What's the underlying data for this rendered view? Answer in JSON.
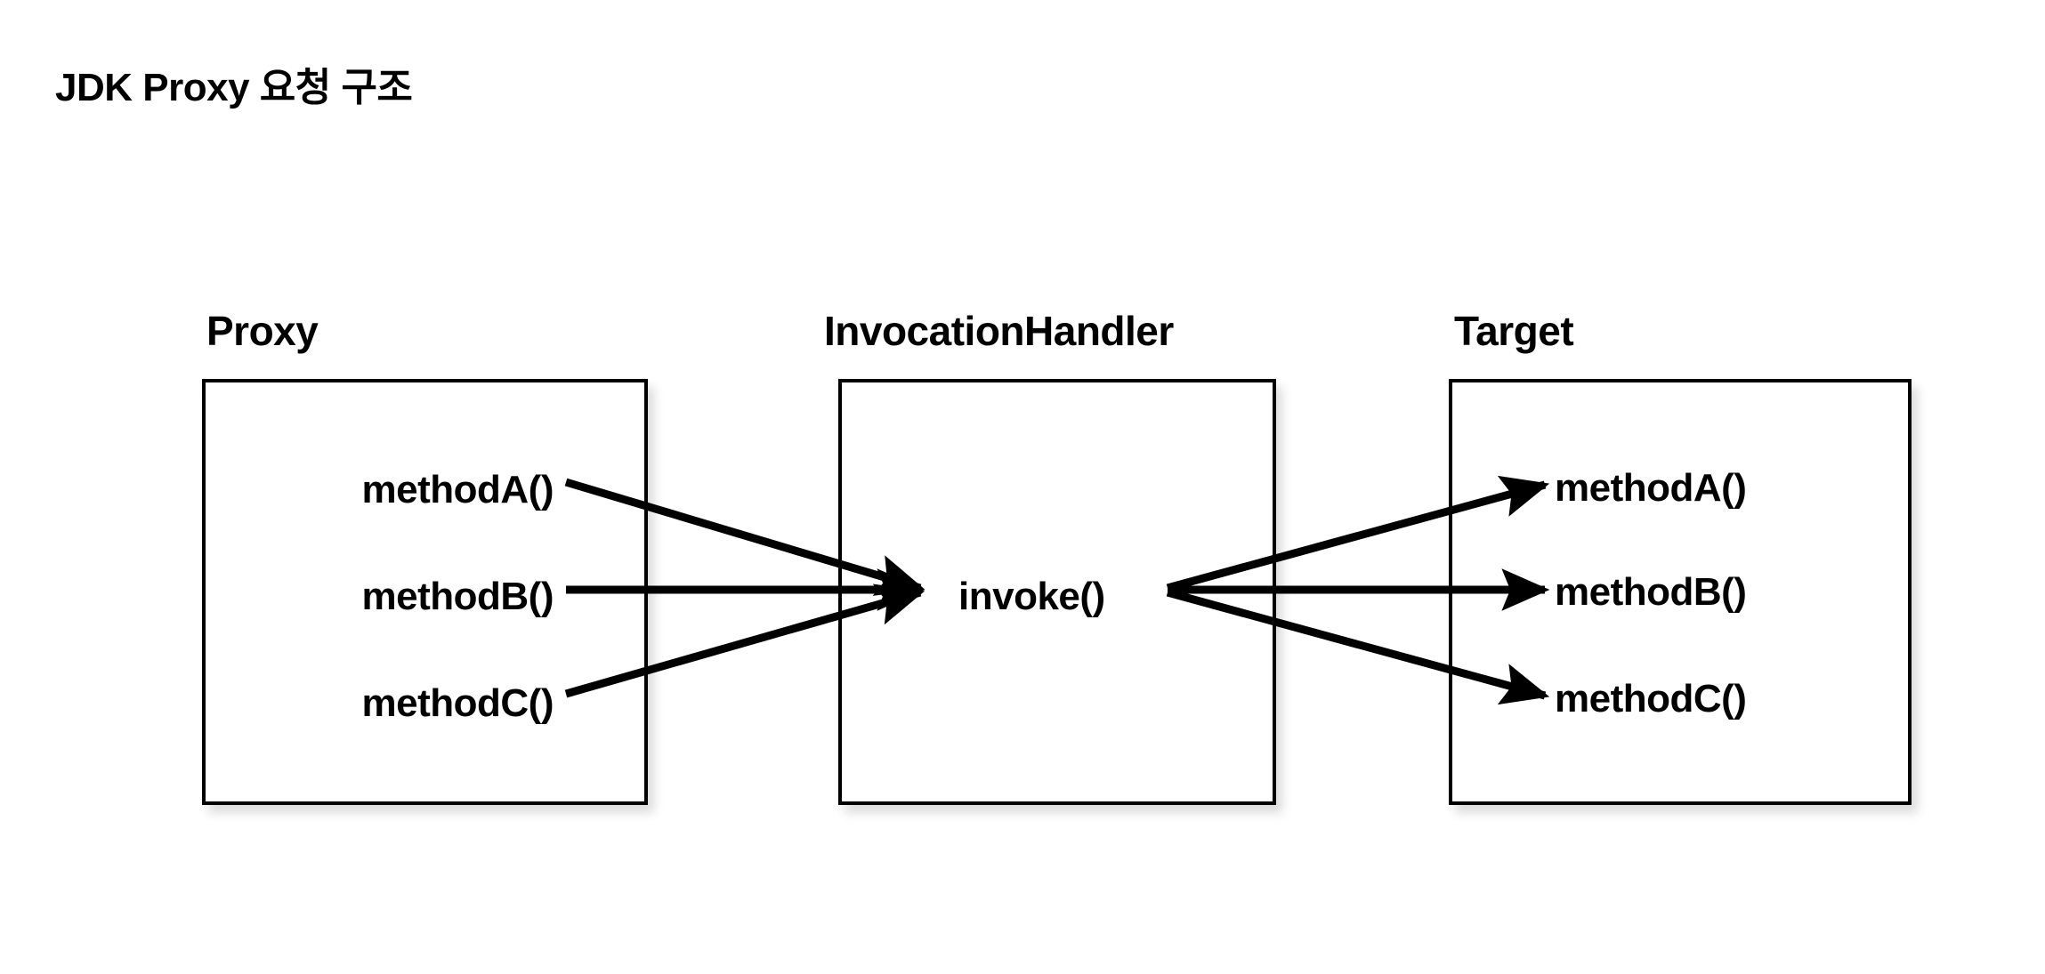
{
  "page": {
    "title": "JDK Proxy 요청 구조",
    "background_color": "#ffffff",
    "stroke_color": "#000000"
  },
  "diagram": {
    "type": "flow-diagram",
    "columns": [
      {
        "id": "proxy",
        "label": "Proxy",
        "methods": [
          {
            "label": "methodA()"
          },
          {
            "label": "methodB()"
          },
          {
            "label": "methodC()"
          }
        ]
      },
      {
        "id": "invocation-handler",
        "label": "InvocationHandler",
        "methods": [
          {
            "label": "invoke()"
          }
        ]
      },
      {
        "id": "target",
        "label": "Target",
        "methods": [
          {
            "label": "methodA()"
          },
          {
            "label": "methodB()"
          },
          {
            "label": "methodC()"
          }
        ]
      }
    ],
    "connections": [
      {
        "from": "proxy.methodA()",
        "to": "invocation-handler.invoke()",
        "direction": "right"
      },
      {
        "from": "proxy.methodB()",
        "to": "invocation-handler.invoke()",
        "direction": "right"
      },
      {
        "from": "proxy.methodC()",
        "to": "invocation-handler.invoke()",
        "direction": "right"
      },
      {
        "from": "invocation-handler.invoke()",
        "to": "target.methodA()",
        "direction": "right"
      },
      {
        "from": "invocation-handler.invoke()",
        "to": "target.methodB()",
        "direction": "right"
      },
      {
        "from": "invocation-handler.invoke()",
        "to": "target.methodC()",
        "direction": "right"
      }
    ]
  }
}
